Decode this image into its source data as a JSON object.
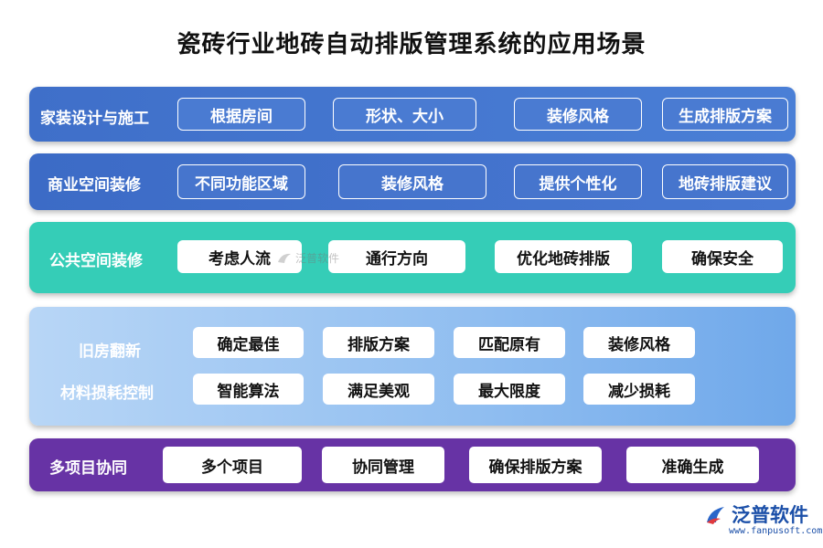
{
  "title": "瓷砖行业地砖自动排版管理系统的应用场景",
  "colors": {
    "band1": "#4a7bd2",
    "band2": "#4675cd",
    "band3": "#35cdb7",
    "band4": "#8fbdf0",
    "band5": "#6733a5"
  },
  "bands": [
    {
      "label": "家装设计与施工",
      "items": [
        "根据房间",
        "形状、大小",
        "装修风格",
        "生成排版方案"
      ]
    },
    {
      "label": "商业空间装修",
      "items": [
        "不同功能区域",
        "装修风格",
        "提供个性化",
        "地砖排版建议"
      ]
    },
    {
      "label": "公共空间装修",
      "items": [
        "考虑人流",
        "通行方向",
        "优化地砖排版",
        "确保安全"
      ]
    },
    {
      "label": "旧房翻新",
      "label2": "材料损耗控制",
      "items": [
        "确定最佳",
        "排版方案",
        "匹配原有",
        "装修风格"
      ],
      "items2": [
        "智能算法",
        "满足美观",
        "最大限度",
        "减少损耗"
      ]
    },
    {
      "label": "多项目协同",
      "items": [
        "多个项目",
        "协同管理",
        "确保排版方案",
        "准确生成"
      ]
    }
  ],
  "watermark": "泛普软件",
  "logo": {
    "name": "泛普软件",
    "url": "www.fanpusoft.com",
    "icon": "fanpu-logo-icon"
  }
}
